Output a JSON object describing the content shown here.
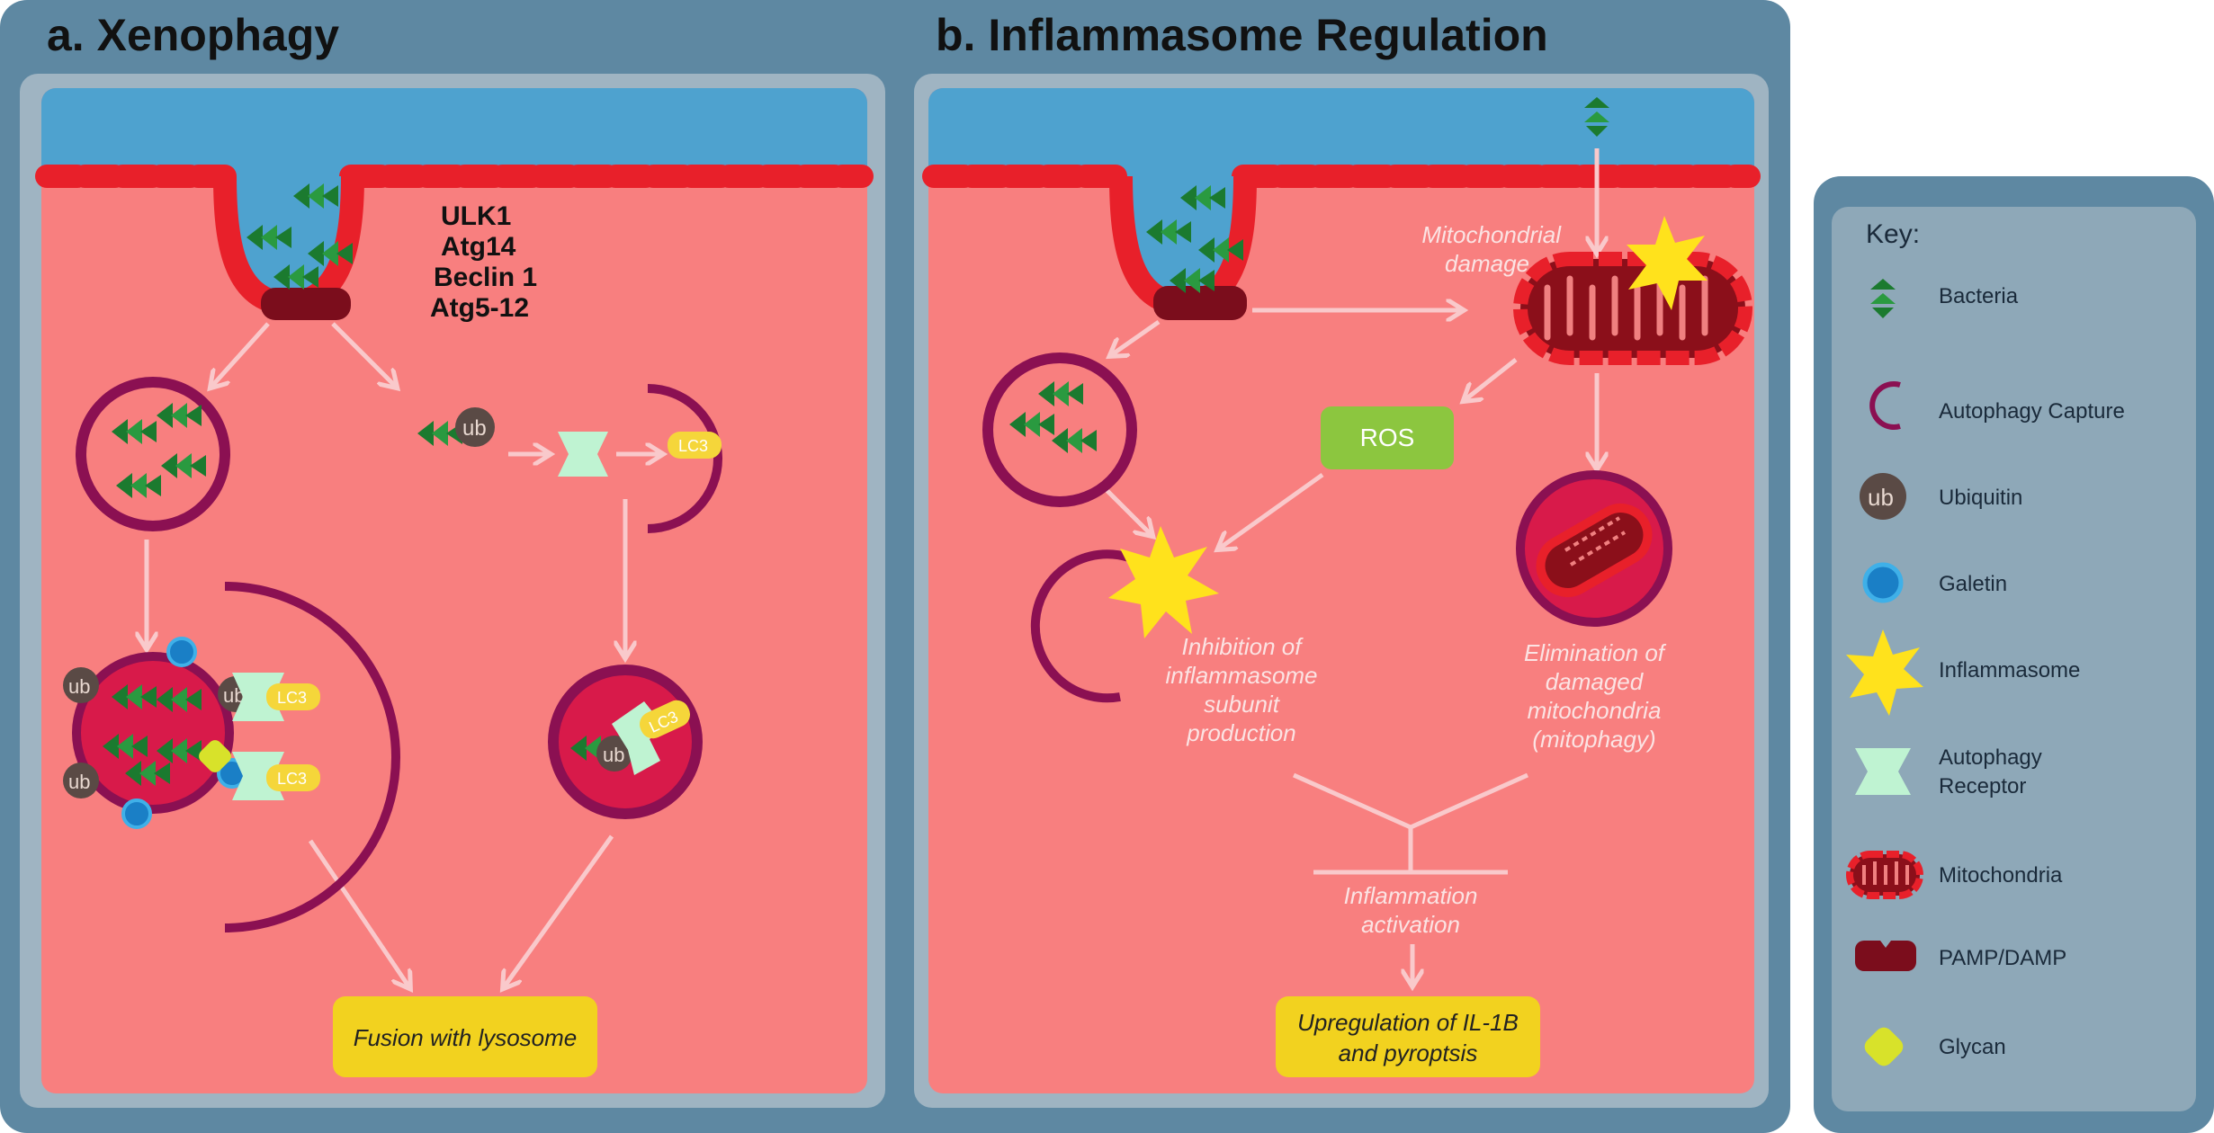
{
  "panel_a": {
    "title": "a. Xenophagy",
    "genes": [
      "ULK1",
      "Atg14",
      "Beclin 1",
      "Atg5-12"
    ],
    "ub_label": "ub",
    "lc3_label": "LC3",
    "fusion_label": "Fusion with lysosome"
  },
  "panel_b": {
    "title": "b. Inflammasome Regulation",
    "mito_damage": [
      "Mitochondrial",
      "damage"
    ],
    "ros_label": "ROS",
    "inhibition": [
      "Inhibition of",
      "inflammasome",
      "subunit",
      "production"
    ],
    "elimination": [
      "Elimination of",
      "damaged",
      "mitochondria",
      "(mitophagy)"
    ],
    "inflammation": [
      "Inflammation",
      "activation"
    ],
    "upregulation": [
      "Upregulation of IL-1B",
      "and pyroptsis"
    ]
  },
  "key": {
    "title": "Key:",
    "items": [
      {
        "icon": "bacteria-icon",
        "label": [
          "Bacteria"
        ]
      },
      {
        "icon": "autophagy-capture-icon",
        "label": [
          "Autophagy Capture"
        ]
      },
      {
        "icon": "ubiquitin-icon",
        "label": [
          "Ubiquitin"
        ]
      },
      {
        "icon": "galetin-icon",
        "label": [
          "Galetin"
        ]
      },
      {
        "icon": "inflammasome-icon",
        "label": [
          "Inflammasome"
        ]
      },
      {
        "icon": "autophagy-receptor-icon",
        "label": [
          "Autophagy",
          "Receptor"
        ]
      },
      {
        "icon": "mitochondria-icon",
        "label": [
          "Mitochondria"
        ]
      },
      {
        "icon": "pamp-damp-icon",
        "label": [
          "PAMP/DAMP"
        ]
      },
      {
        "icon": "glycan-icon",
        "label": [
          "Glycan"
        ]
      }
    ]
  },
  "colors": {
    "frame": "#5e88a2",
    "inner_frame": "#9fb4c2",
    "cytoplasm": "#f87f7f",
    "extracellular": "#4ea2cf",
    "membrane": "#e8202a",
    "dark_red": "#7b0d1c",
    "vesicle": "#8b1052",
    "bacteria": "#1b7a2f",
    "ubiquitin": "#5a4a45",
    "galetin": "#1a7fc6",
    "inflammasome": "#ffe21c",
    "receptor": "#bff3d2",
    "lc3": "#f5d63a",
    "glycan": "#d8e22a",
    "ros": "#8cc63f",
    "highlight_box": "#f2d21f",
    "key_bg": "#8ea8b8"
  }
}
